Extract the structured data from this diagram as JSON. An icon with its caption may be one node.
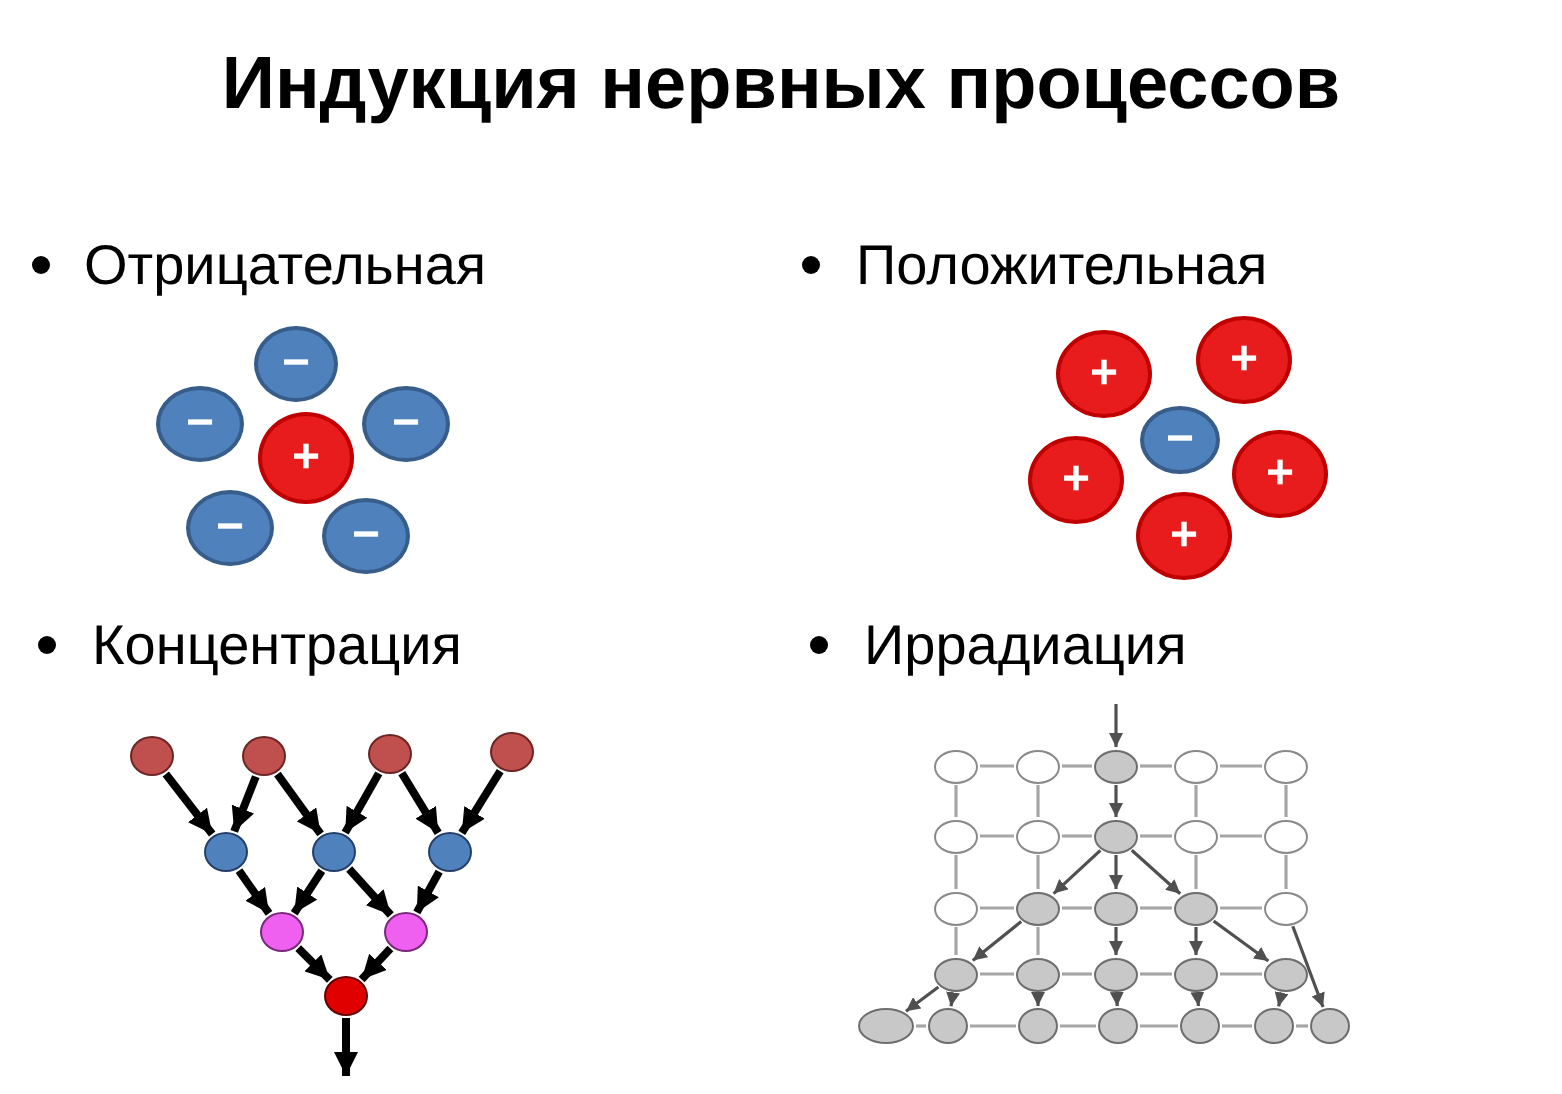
{
  "diagram": {
    "title": "Индукция нервных процессов",
    "nodes": [
      {
        "text": [
          "−"
        ]
      },
      {
        "text": [
          "−"
        ]
      },
      {
        "text": [
          "+"
        ]
      },
      {
        "text": [
          "−"
        ]
      },
      {
        "text": [
          "−"
        ]
      },
      {
        "text": [
          "−"
        ]
      },
      {
        "text": [
          "+"
        ]
      },
      {
        "text": [
          "+"
        ]
      },
      {
        "text": [
          "−"
        ]
      },
      {
        "text": [
          "+"
        ]
      },
      {
        "text": [
          "+"
        ]
      },
      {
        "text": [
          "+"
        ]
      },
      {
        "text": [],
        "shape": "circle"
      },
      {
        "text": [],
        "shape": "circle"
      },
      {
        "text": [],
        "shape": "circle"
      },
      {
        "text": [],
        "shape": "circle"
      },
      {
        "text": [],
        "shape": "circle"
      },
      {
        "text": [],
        "shape": "circle"
      },
      {
        "text": [],
        "shape": "circle"
      },
      {
        "text": [],
        "shape": "circle"
      },
      {
        "text": [],
        "shape": "circle"
      },
      {
        "text": [],
        "shape": "circle"
      },
      {
        "text": [],
        "shape": "circle"
      },
      {
        "text": [],
        "shape": "circle"
      },
      {
        "text": [],
        "shape": "circle"
      },
      {
        "text": [],
        "shape": "circle"
      },
      {
        "text": [],
        "shape": "circle"
      },
      {
        "text": [],
        "shape": "circle"
      },
      {
        "text": [],
        "shape": "circle"
      },
      {
        "text": [],
        "shape": "circle"
      },
      {
        "text": [],
        "shape": "circle"
      },
      {
        "text": [],
        "shape": "circle"
      },
      {
        "text": [],
        "shape": "circle"
      },
      {
        "text": [],
        "shape": "circle"
      },
      {
        "text": [],
        "shape": "circle"
      },
      {
        "text": [],
        "shape": "circle"
      },
      {
        "text": [],
        "shape": "circle"
      },
      {
        "text": [],
        "shape": "circle"
      },
      {
        "text": [],
        "shape": "circle"
      },
      {
        "text": [],
        "shape": "circle"
      },
      {
        "text": [],
        "shape": "circle"
      },
      {
        "text": [],
        "shape": "circle"
      },
      {
        "text": [],
        "shape": "circle"
      },
      {
        "text": [],
        "shape": "circle"
      },
      {
        "text": [],
        "shape": "circle"
      },
      {
        "text": [],
        "shape": "circle"
      },
      {
        "text": [],
        "shape": "circle"
      },
      {
        "text": [],
        "shape": "circle"
      },
      {
        "text": [],
        "shape": "circle"
      }
    ],
    "edges": [
      {
        "from": 12,
        "to": 16,
        "arrow": "to",
        "style": "thick",
        "color": "#000000"
      },
      {
        "from": 13,
        "to": 16,
        "arrow": "to",
        "style": "thick",
        "color": "#000000"
      },
      {
        "from": 13,
        "to": 17,
        "arrow": "to",
        "style": "thick",
        "color": "#000000"
      },
      {
        "from": 14,
        "to": 17,
        "arrow": "to",
        "style": "thick",
        "color": "#000000"
      },
      {
        "from": 14,
        "to": 18,
        "arrow": "to",
        "style": "thick",
        "color": "#000000"
      },
      {
        "from": 15,
        "to": 18,
        "arrow": "to",
        "style": "thick",
        "color": "#000000"
      },
      {
        "from": 16,
        "to": 19,
        "arrow": "to",
        "style": "thick",
        "color": "#000000"
      },
      {
        "from": 17,
        "to": 19,
        "arrow": "to",
        "style": "thick",
        "color": "#000000"
      },
      {
        "from": 17,
        "to": 20,
        "arrow": "to",
        "style": "thick",
        "color": "#000000"
      },
      {
        "from": 18,
        "to": 20,
        "arrow": "to",
        "style": "thick",
        "color": "#000000"
      },
      {
        "from": 19,
        "to": 21,
        "arrow": "to",
        "style": "thick",
        "color": "#000000"
      },
      {
        "from": 20,
        "to": 21,
        "arrow": "to",
        "style": "thick",
        "color": "#000000"
      },
      {
        "from": 21,
        "to": null,
        "arrow": "to",
        "style": "thick",
        "color": "#000000"
      },
      {
        "from": 22,
        "to": 23,
        "arrow": "none"
      },
      {
        "from": 23,
        "to": 24,
        "arrow": "none"
      },
      {
        "from": 24,
        "to": 25,
        "arrow": "none"
      },
      {
        "from": 25,
        "to": 26,
        "arrow": "none"
      },
      {
        "from": 27,
        "to": 28,
        "arrow": "none"
      },
      {
        "from": 28,
        "to": 29,
        "arrow": "none"
      },
      {
        "from": 29,
        "to": 30,
        "arrow": "none"
      },
      {
        "from": 30,
        "to": 31,
        "arrow": "none"
      },
      {
        "from": 32,
        "to": 33,
        "arrow": "none"
      },
      {
        "from": 33,
        "to": 34,
        "arrow": "none"
      },
      {
        "from": 34,
        "to": 35,
        "arrow": "none"
      },
      {
        "from": 35,
        "to": 36,
        "arrow": "none"
      },
      {
        "from": 37,
        "to": 38,
        "arrow": "none"
      },
      {
        "from": 38,
        "to": 39,
        "arrow": "none"
      },
      {
        "from": 39,
        "to": 40,
        "arrow": "none"
      },
      {
        "from": 40,
        "to": 41,
        "arrow": "none"
      },
      {
        "from": 42,
        "to": 43,
        "arrow": "none"
      },
      {
        "from": 43,
        "to": 44,
        "arrow": "none"
      },
      {
        "from": 44,
        "to": 45,
        "arrow": "none"
      },
      {
        "from": 45,
        "to": 46,
        "arrow": "none"
      },
      {
        "from": 46,
        "to": 47,
        "arrow": "none"
      },
      {
        "from": 47,
        "to": 48,
        "arrow": "none"
      },
      {
        "from": 22,
        "to": 27,
        "arrow": "none"
      },
      {
        "from": 23,
        "to": 28,
        "arrow": "none"
      },
      {
        "from": 25,
        "to": 30,
        "arrow": "none"
      },
      {
        "from": 26,
        "to": 31,
        "arrow": "none"
      },
      {
        "from": 27,
        "to": 32,
        "arrow": "none"
      },
      {
        "from": 28,
        "to": 33,
        "arrow": "none"
      },
      {
        "from": 30,
        "to": 35,
        "arrow": "none"
      },
      {
        "from": 31,
        "to": 36,
        "arrow": "none"
      },
      {
        "from": 32,
        "to": 37,
        "arrow": "none"
      },
      {
        "from": 33,
        "to": 38,
        "arrow": "none"
      },
      {
        "from": null,
        "to": 24,
        "arrow": "to",
        "color": "#505050"
      },
      {
        "from": 24,
        "to": 29,
        "arrow": "to",
        "color": "#505050"
      },
      {
        "from": 29,
        "to": 33,
        "arrow": "to",
        "color": "#505050"
      },
      {
        "from": 29,
        "to": 34,
        "arrow": "to",
        "color": "#505050"
      },
      {
        "from": 29,
        "to": 35,
        "arrow": "to",
        "color": "#505050"
      },
      {
        "from": 33,
        "to": 37,
        "arrow": "to",
        "color": "#505050"
      },
      {
        "from": 34,
        "to": 39,
        "arrow": "to",
        "color": "#505050"
      },
      {
        "from": 35,
        "to": 40,
        "arrow": "to",
        "color": "#505050"
      },
      {
        "from": 35,
        "to": 41,
        "arrow": "to",
        "color": "#505050"
      },
      {
        "from": 36,
        "to": 48,
        "arrow": "to",
        "color": "#505050"
      },
      {
        "from": 37,
        "to": 42,
        "arrow": "to",
        "color": "#505050"
      },
      {
        "from": 37,
        "to": 43,
        "arrow": "to",
        "color": "#505050"
      },
      {
        "from": 38,
        "to": 44,
        "arrow": "to",
        "color": "#505050"
      },
      {
        "from": 39,
        "to": 45,
        "arrow": "to",
        "color": "#505050"
      },
      {
        "from": 40,
        "to": 46,
        "arrow": "to",
        "color": "#505050"
      },
      {
        "from": 41,
        "to": 47,
        "arrow": "to",
        "color": "#505050"
      }
    ],
    "labels": [
      "Отрицательная",
      "Положительная",
      "Концентрация",
      "Иррадиация"
    ]
  }
}
